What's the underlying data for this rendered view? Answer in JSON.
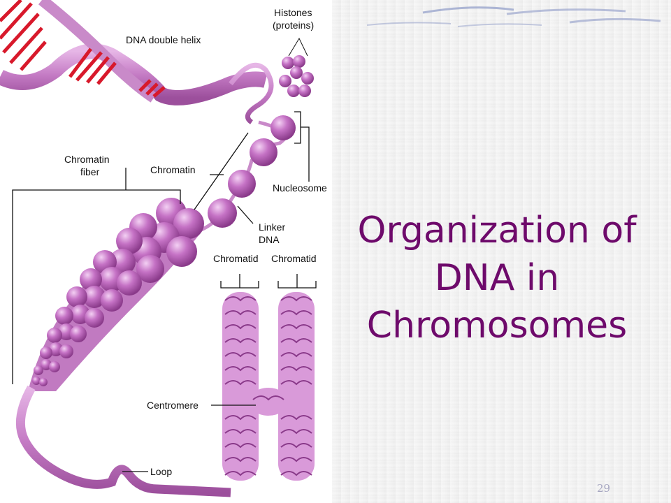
{
  "slide": {
    "title_lines": [
      "Organization of",
      "DNA in",
      "Chromosomes"
    ],
    "page_number": "29"
  },
  "diagram": {
    "labels": {
      "dna_double_helix": "DNA double helix",
      "histones_line1": "Histones",
      "histones_line2": "(proteins)",
      "chromatin_fiber_line1": "Chromatin",
      "chromatin_fiber_line2": "fiber",
      "chromatin": "Chromatin",
      "nucleosome": "Nucleosome",
      "linker_line1": "Linker",
      "linker_line2": "DNA",
      "chromatid_left": "Chromatid",
      "chromatid_right": "Chromatid",
      "centromere": "Centromere",
      "loop": "Loop"
    },
    "colors": {
      "chromatin": "#b85fb8",
      "chromatin_light": "#e8b8e8",
      "dna_stripes": "#d8192b",
      "title": "#6e0a6b"
    }
  }
}
